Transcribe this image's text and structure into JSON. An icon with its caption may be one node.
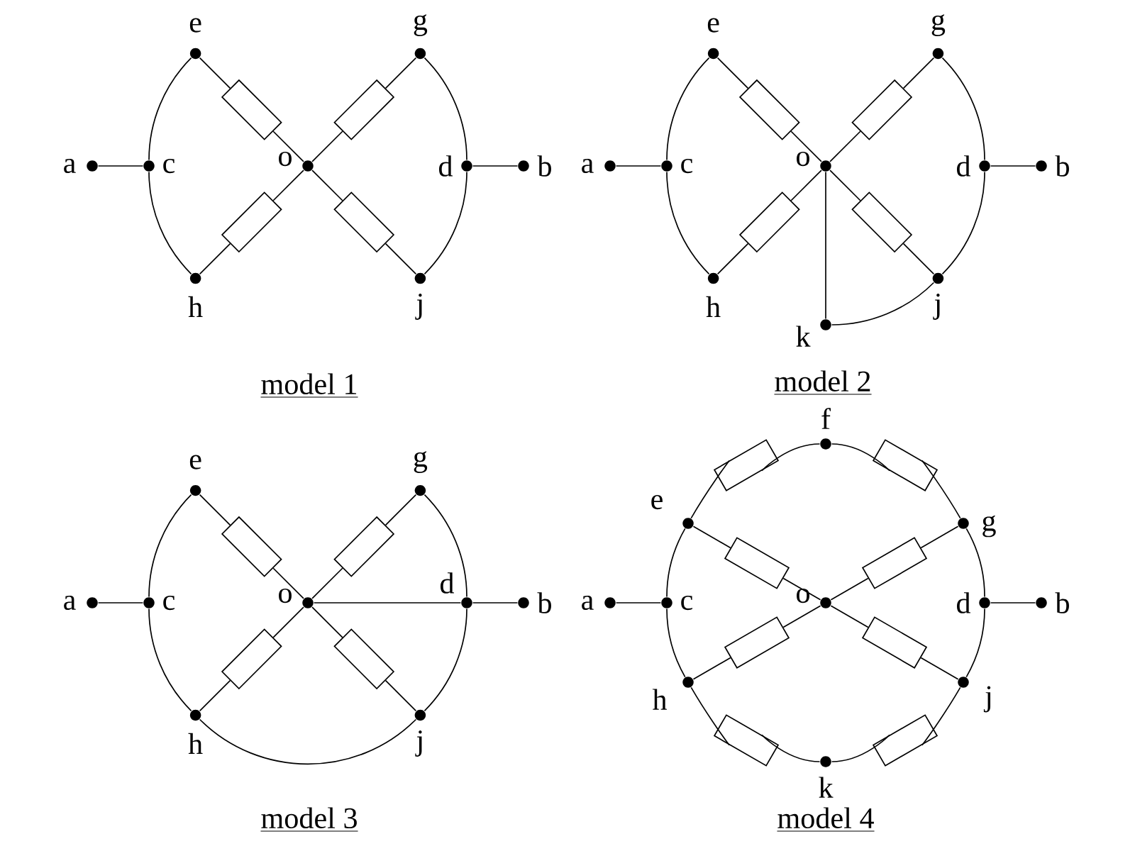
{
  "diagram": {
    "nodes": [
      {
        "text": [
          "e"
        ]
      },
      {
        "text": [
          "g"
        ]
      },
      {
        "text": [
          "a"
        ]
      },
      {
        "text": [
          "c"
        ]
      },
      {
        "text": [
          "o"
        ]
      },
      {
        "text": [
          "d"
        ]
      },
      {
        "text": [
          "b"
        ]
      },
      {
        "text": [
          "h"
        ]
      },
      {
        "text": [
          "j"
        ]
      },
      {
        "text": [],
        "shape": "box"
      },
      {
        "text": [],
        "shape": "box"
      },
      {
        "text": [],
        "shape": "box"
      },
      {
        "text": [],
        "shape": "box"
      },
      {
        "text": [
          "e"
        ]
      },
      {
        "text": [
          "g"
        ]
      },
      {
        "text": [
          "a"
        ]
      },
      {
        "text": [
          "c"
        ]
      },
      {
        "text": [
          "o"
        ]
      },
      {
        "text": [
          "d"
        ]
      },
      {
        "text": [
          "b"
        ]
      },
      {
        "text": [
          "h"
        ]
      },
      {
        "text": [
          "j"
        ]
      },
      {
        "text": [
          "k"
        ]
      },
      {
        "text": [],
        "shape": "box"
      },
      {
        "text": [],
        "shape": "box"
      },
      {
        "text": [],
        "shape": "box"
      },
      {
        "text": [],
        "shape": "box"
      },
      {
        "text": [
          "e"
        ]
      },
      {
        "text": [
          "g"
        ]
      },
      {
        "text": [
          "a"
        ]
      },
      {
        "text": [
          "c"
        ]
      },
      {
        "text": [
          "o"
        ]
      },
      {
        "text": [
          "d"
        ]
      },
      {
        "text": [
          "b"
        ]
      },
      {
        "text": [
          "h"
        ]
      },
      {
        "text": [
          "j"
        ]
      },
      {
        "text": [],
        "shape": "box"
      },
      {
        "text": [],
        "shape": "box"
      },
      {
        "text": [],
        "shape": "box"
      },
      {
        "text": [],
        "shape": "box"
      },
      {
        "text": [
          "f"
        ]
      },
      {
        "text": [
          "e"
        ]
      },
      {
        "text": [
          "g"
        ]
      },
      {
        "text": [
          "a"
        ]
      },
      {
        "text": [
          "c"
        ]
      },
      {
        "text": [
          "o"
        ]
      },
      {
        "text": [
          "d"
        ]
      },
      {
        "text": [
          "b"
        ]
      },
      {
        "text": [
          "h"
        ]
      },
      {
        "text": [
          "j"
        ]
      },
      {
        "text": [
          "k"
        ]
      },
      {
        "text": [],
        "shape": "box"
      },
      {
        "text": [],
        "shape": "box"
      },
      {
        "text": [],
        "shape": "box"
      },
      {
        "text": [],
        "shape": "box"
      },
      {
        "text": [],
        "shape": "box"
      },
      {
        "text": [],
        "shape": "box"
      },
      {
        "text": [],
        "shape": "box"
      },
      {
        "text": [],
        "shape": "box"
      }
    ],
    "edges": [
      {
        "from": 2,
        "to": 3,
        "arrow": "none"
      },
      {
        "from": 3,
        "to": 0,
        "arrow": "none"
      },
      {
        "from": 3,
        "to": 7,
        "arrow": "none"
      },
      {
        "from": 0,
        "to": 9,
        "arrow": "none"
      },
      {
        "from": 9,
        "to": 4,
        "arrow": "none"
      },
      {
        "from": 1,
        "to": 10,
        "arrow": "none"
      },
      {
        "from": 10,
        "to": 4,
        "arrow": "none"
      },
      {
        "from": 7,
        "to": 11,
        "arrow": "none"
      },
      {
        "from": 11,
        "to": 4,
        "arrow": "none"
      },
      {
        "from": 8,
        "to": 12,
        "arrow": "none"
      },
      {
        "from": 12,
        "to": 4,
        "arrow": "none"
      },
      {
        "from": 1,
        "to": 5,
        "arrow": "none"
      },
      {
        "from": 5,
        "to": 8,
        "arrow": "none"
      },
      {
        "from": 5,
        "to": 6,
        "arrow": "none"
      },
      {
        "from": 15,
        "to": 16,
        "arrow": "none"
      },
      {
        "from": 16,
        "to": 13,
        "arrow": "none"
      },
      {
        "from": 16,
        "to": 20,
        "arrow": "none"
      },
      {
        "from": 13,
        "to": 23,
        "arrow": "none"
      },
      {
        "from": 23,
        "to": 17,
        "arrow": "none"
      },
      {
        "from": 14,
        "to": 24,
        "arrow": "none"
      },
      {
        "from": 24,
        "to": 17,
        "arrow": "none"
      },
      {
        "from": 20,
        "to": 25,
        "arrow": "none"
      },
      {
        "from": 25,
        "to": 17,
        "arrow": "none"
      },
      {
        "from": 21,
        "to": 26,
        "arrow": "none"
      },
      {
        "from": 26,
        "to": 17,
        "arrow": "none"
      },
      {
        "from": 14,
        "to": 18,
        "arrow": "none"
      },
      {
        "from": 18,
        "to": 21,
        "arrow": "none"
      },
      {
        "from": 18,
        "to": 19,
        "arrow": "none"
      },
      {
        "from": 17,
        "to": 22,
        "arrow": "none"
      },
      {
        "from": 22,
        "to": 21,
        "arrow": "none"
      },
      {
        "from": 29,
        "to": 30,
        "arrow": "none"
      },
      {
        "from": 30,
        "to": 27,
        "arrow": "none"
      },
      {
        "from": 30,
        "to": 34,
        "arrow": "none"
      },
      {
        "from": 27,
        "to": 36,
        "arrow": "none"
      },
      {
        "from": 36,
        "to": 31,
        "arrow": "none"
      },
      {
        "from": 28,
        "to": 37,
        "arrow": "none"
      },
      {
        "from": 37,
        "to": 31,
        "arrow": "none"
      },
      {
        "from": 34,
        "to": 38,
        "arrow": "none"
      },
      {
        "from": 38,
        "to": 31,
        "arrow": "none"
      },
      {
        "from": 35,
        "to": 39,
        "arrow": "none"
      },
      {
        "from": 39,
        "to": 31,
        "arrow": "none"
      },
      {
        "from": 28,
        "to": 32,
        "arrow": "none"
      },
      {
        "from": 32,
        "to": 35,
        "arrow": "none"
      },
      {
        "from": 31,
        "to": 32,
        "arrow": "none"
      },
      {
        "from": 32,
        "to": 33,
        "arrow": "none"
      },
      {
        "from": 34,
        "to": 35,
        "arrow": "none"
      },
      {
        "from": 41,
        "to": 51,
        "arrow": "none"
      },
      {
        "from": 51,
        "to": 40,
        "arrow": "none"
      },
      {
        "from": 40,
        "to": 52,
        "arrow": "none"
      },
      {
        "from": 52,
        "to": 42,
        "arrow": "none"
      },
      {
        "from": 43,
        "to": 44,
        "arrow": "none"
      },
      {
        "from": 44,
        "to": 41,
        "arrow": "none"
      },
      {
        "from": 44,
        "to": 48,
        "arrow": "none"
      },
      {
        "from": 41,
        "to": 53,
        "arrow": "none"
      },
      {
        "from": 53,
        "to": 45,
        "arrow": "none"
      },
      {
        "from": 42,
        "to": 54,
        "arrow": "none"
      },
      {
        "from": 54,
        "to": 45,
        "arrow": "none"
      },
      {
        "from": 48,
        "to": 55,
        "arrow": "none"
      },
      {
        "from": 55,
        "to": 45,
        "arrow": "none"
      },
      {
        "from": 49,
        "to": 56,
        "arrow": "none"
      },
      {
        "from": 56,
        "to": 45,
        "arrow": "none"
      },
      {
        "from": 42,
        "to": 46,
        "arrow": "none"
      },
      {
        "from": 46,
        "to": 49,
        "arrow": "none"
      },
      {
        "from": 46,
        "to": 47,
        "arrow": "none"
      },
      {
        "from": 48,
        "to": 57,
        "arrow": "none"
      },
      {
        "from": 57,
        "to": 50,
        "arrow": "none"
      },
      {
        "from": 50,
        "to": 58,
        "arrow": "none"
      },
      {
        "from": 58,
        "to": 49,
        "arrow": "none"
      }
    ],
    "labels": [
      "model 1",
      "model 2",
      "model 3",
      "model 4"
    ]
  }
}
